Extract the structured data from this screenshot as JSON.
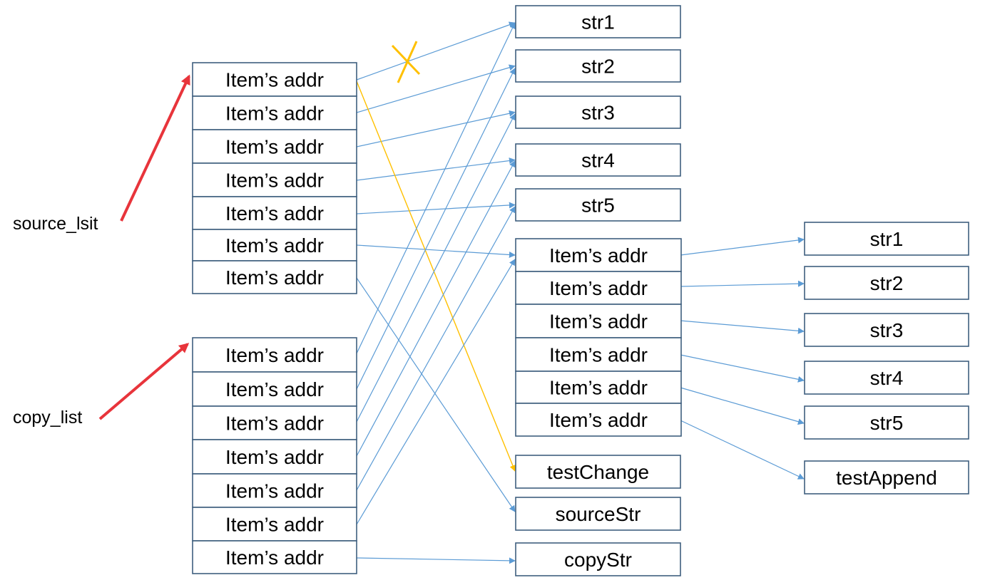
{
  "labels": {
    "source": "source_lsit",
    "copy": "copy_list"
  },
  "item_text": "Item’s addr",
  "source_list": [
    "Item’s addr",
    "Item’s addr",
    "Item’s addr",
    "Item’s addr",
    "Item’s addr",
    "Item’s addr",
    "Item’s addr"
  ],
  "copy_list": [
    "Item’s addr",
    "Item’s addr",
    "Item’s addr",
    "Item’s addr",
    "Item’s addr",
    "Item’s addr",
    "Item’s addr"
  ],
  "middle_strings": [
    "str1",
    "str2",
    "str3",
    "str4",
    "str5"
  ],
  "inner_list": [
    "Item’s addr",
    "Item’s addr",
    "Item’s addr",
    "Item’s addr",
    "Item’s addr",
    "Item’s addr"
  ],
  "inner_targets": [
    "str1",
    "str2",
    "str3",
    "str4",
    "str5",
    "testAppend"
  ],
  "bottom_boxes": [
    "testChange",
    "sourceStr",
    "copyStr"
  ],
  "colors": {
    "box_border": "#3f5f7f",
    "link_arrow": "#5b9bd5",
    "changed_link": "#ffc000",
    "pointer_arrow": "#e8343b"
  },
  "marks": {
    "broken_link": "cross"
  }
}
